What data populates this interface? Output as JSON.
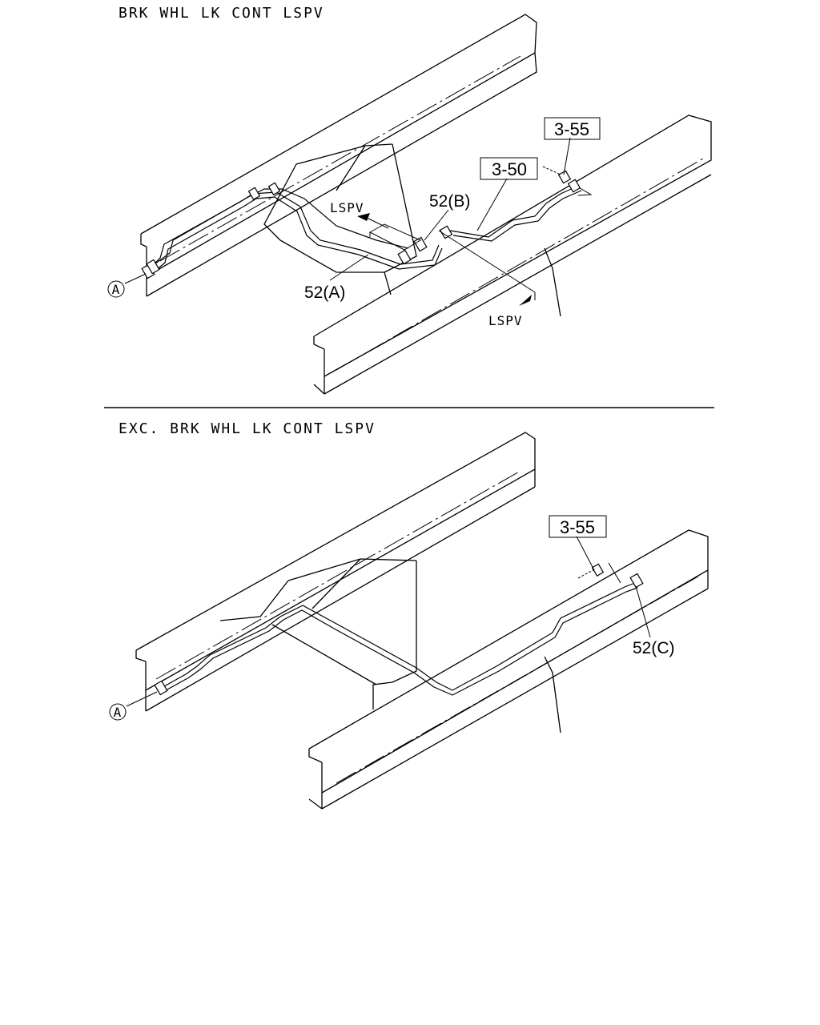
{
  "colors": {
    "ink": "#000000",
    "background": "#ffffff"
  },
  "top": {
    "title": "BRK WHL LK CONT LSPV",
    "ref_3_55": "3-55",
    "ref_3_50": "3-50",
    "label_52b": "52(B)",
    "label_52a": "52(A)",
    "lspv_upper": "LSPV",
    "lspv_lower": "LSPV",
    "marker_a": "A"
  },
  "bottom": {
    "title": "EXC. BRK WHL LK CONT LSPV",
    "ref_3_55": "3-55",
    "label_52c": "52(C)",
    "marker_a": "A"
  }
}
